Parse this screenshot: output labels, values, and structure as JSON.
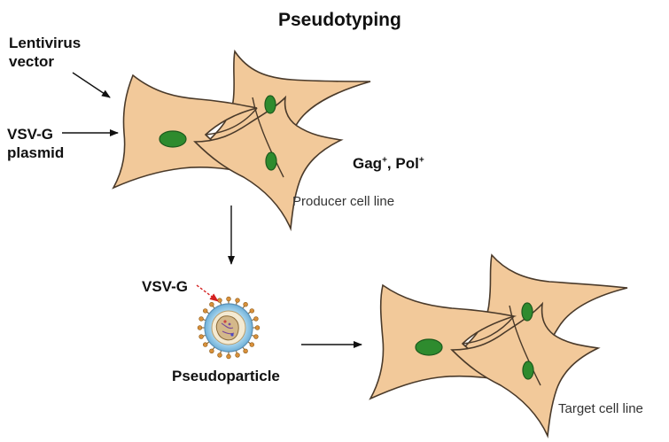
{
  "title": "Pseudotyping",
  "inputs": {
    "lentivirus_line1": "Lentivirus",
    "lentivirus_line2": "vector",
    "vsvg_line1": "VSV-G",
    "vsvg_line2": "plasmid"
  },
  "producer": {
    "gag": "Gag",
    "pol": "Pol",
    "sup": "+",
    "sep": ", ",
    "label": "Producer cell line"
  },
  "particle": {
    "vsvg_label": "VSV-G",
    "label": "Pseudoparticle"
  },
  "target": {
    "label": "Target cell line"
  },
  "colors": {
    "cell_fill": "#f2c99a",
    "cell_stroke": "#4a3a2a",
    "nucleus": "#2e8b2e",
    "nucleus_stroke": "#1d5a1d",
    "arrow": "#111111",
    "vsvg_arrow": "#d42020",
    "particle_spike": "#d9903a",
    "particle_membrane": "#8cc6e6",
    "particle_core": "#d4b88a"
  }
}
